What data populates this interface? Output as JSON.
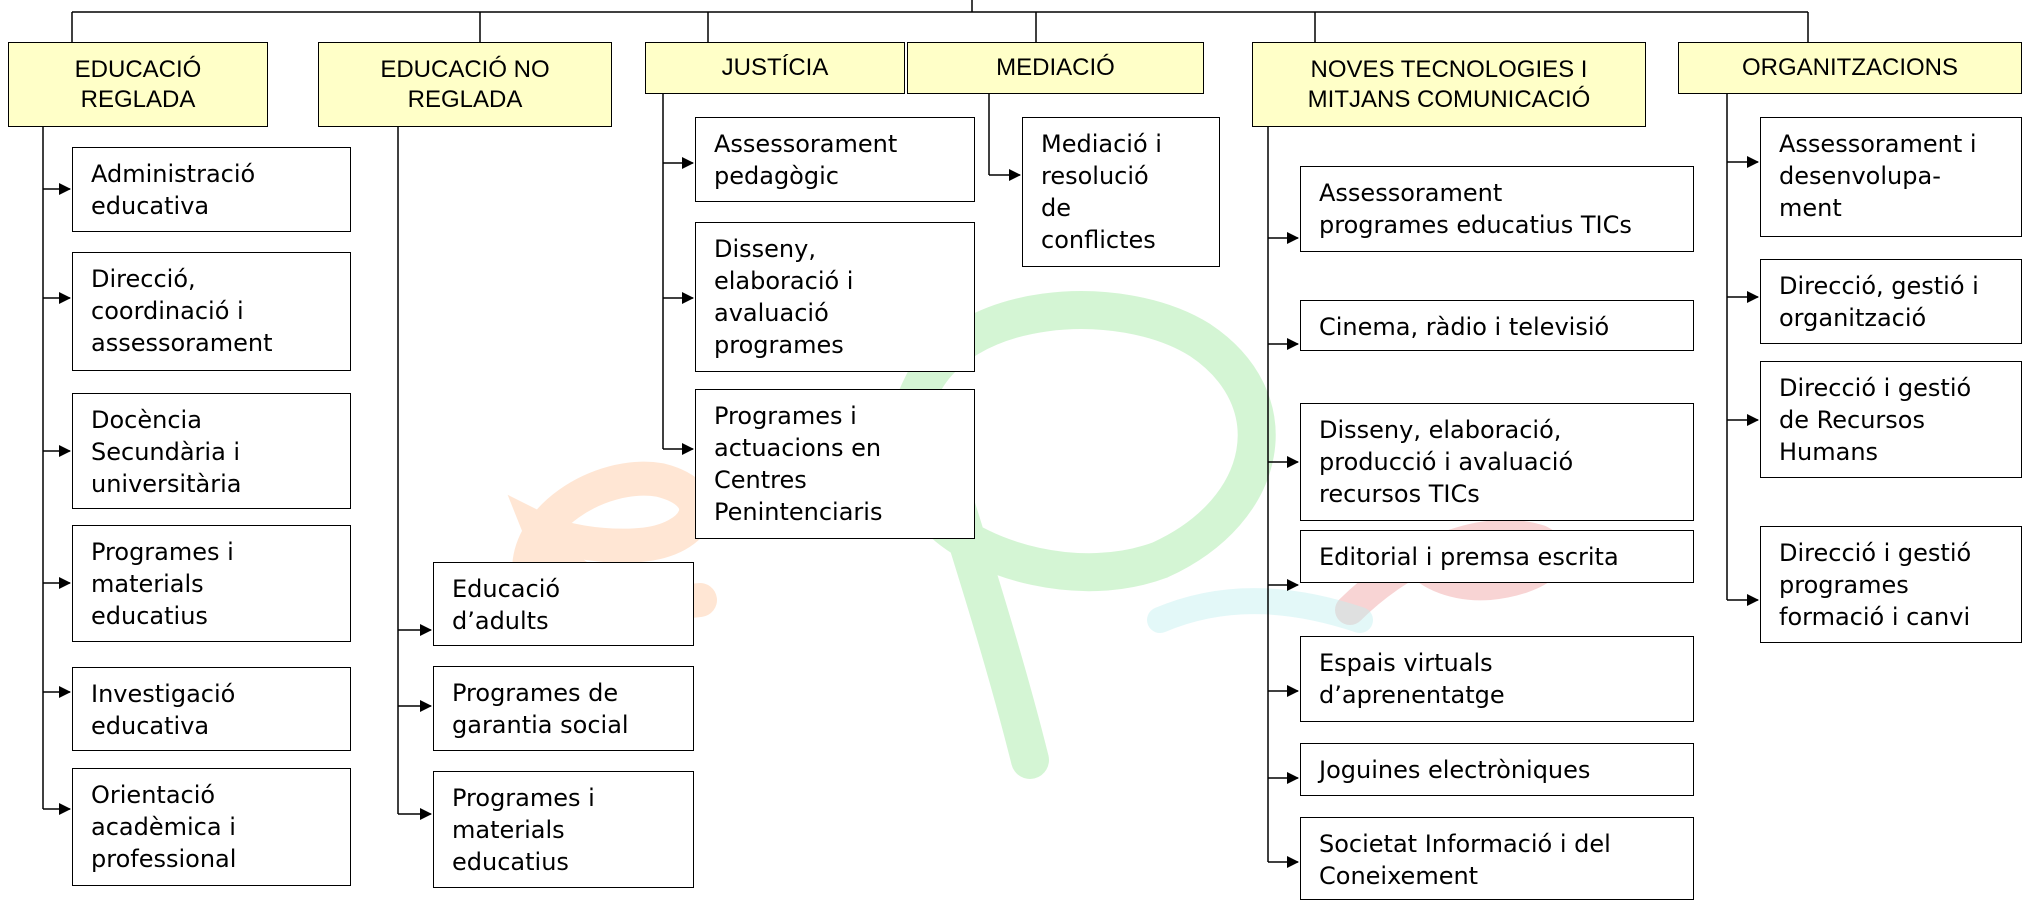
{
  "categories": [
    {
      "header": "EDUCACIÓ\nREGLADA",
      "items": [
        "Administració\neducativa",
        "Direcció,\ncoordinació i\nassessorament",
        "Docència\nSecundària i\nuniversitària",
        "Programes i\nmaterials\neducatius",
        "Investigació\neducativa",
        "Orientació\nacadèmica i\nprofessional"
      ]
    },
    {
      "header": "EDUCACIÓ NO\nREGLADA",
      "items": [
        "Educació\nd’adults",
        "Programes de\ngarantia social",
        "Programes i\nmaterials\neducatius"
      ]
    },
    {
      "header": "JUSTÍCIA",
      "items": [
        "Assessorament\npedagògic",
        "Disseny,\nelaboració i\navaluació\nprogrames",
        "Programes i\nactuacions en\nCentres\nPenintenciaris"
      ]
    },
    {
      "header": "MEDIACIÓ",
      "items": [
        "Mediació i\nresolució\nde\nconflictes"
      ]
    },
    {
      "header": "NOVES TECNOLOGIES I\nMITJANS COMUNICACIÓ",
      "items": [
        "Assessorament\nprogrames educatius TICs",
        "Cinema, ràdio i televisió",
        "Disseny, elaboració,\nproducció i avaluació\nrecursos TICs",
        "Editorial i premsa escrita",
        "Espais virtuals\nd’aprenentatge",
        "Joguines electròniques",
        "Societat Informació i del\nConeixement"
      ]
    },
    {
      "header": "ORGANITZACIONS",
      "items": [
        "Assessorament i\ndesenvolupa-\nment",
        "Direcció, gestió i\norganització",
        "Direcció i gestió\nde Recursos\nHumans",
        "Direcció i gestió\nprogrames\nformació i canvi"
      ]
    }
  ],
  "watermark": {
    "colors": [
      "#ffc8a0",
      "#a0e8a0",
      "#f0a0a0",
      "#c0f0f0"
    ]
  }
}
